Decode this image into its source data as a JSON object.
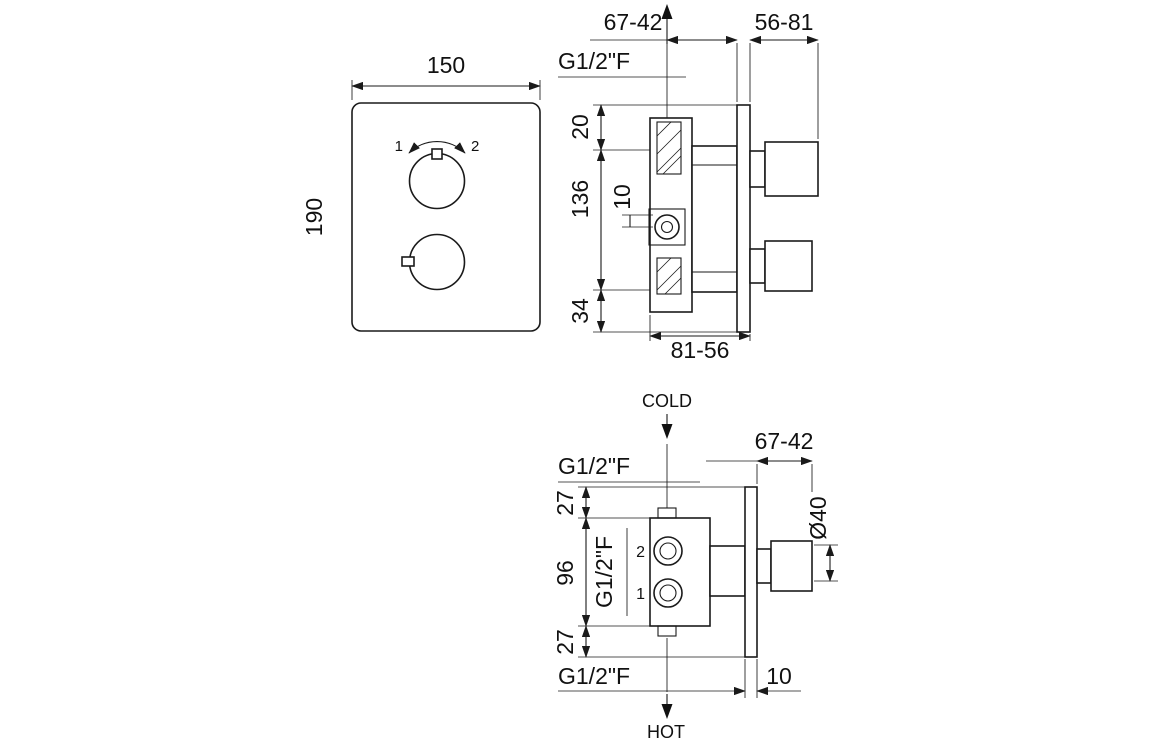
{
  "drawing": {
    "background_color": "#ffffff",
    "line_color": "#1a1a1a",
    "front_view": {
      "width": "150",
      "height": "190",
      "knob_position_1": "1",
      "knob_position_2": "2"
    },
    "side_section": {
      "offset_top": "67-42",
      "handle_depth": "56-81",
      "thread_top": "G1/2\"F",
      "dim_20": "20",
      "dim_136": "136",
      "dim_10": "10",
      "dim_34": "34",
      "offset_bottom": "81-56"
    },
    "plan_section": {
      "cold": "COLD",
      "hot": "HOT",
      "handle_depth": "67-42",
      "thread_cold": "G1/2\"F",
      "thread_side": "G1/2\"F",
      "thread_hot": "G1/2\"F",
      "dim_27_top": "27",
      "dim_96": "96",
      "dim_27_bottom": "27",
      "port_2": "2",
      "port_1": "1",
      "handle_diameter": "Ø40",
      "plate_thickness": "10"
    }
  }
}
